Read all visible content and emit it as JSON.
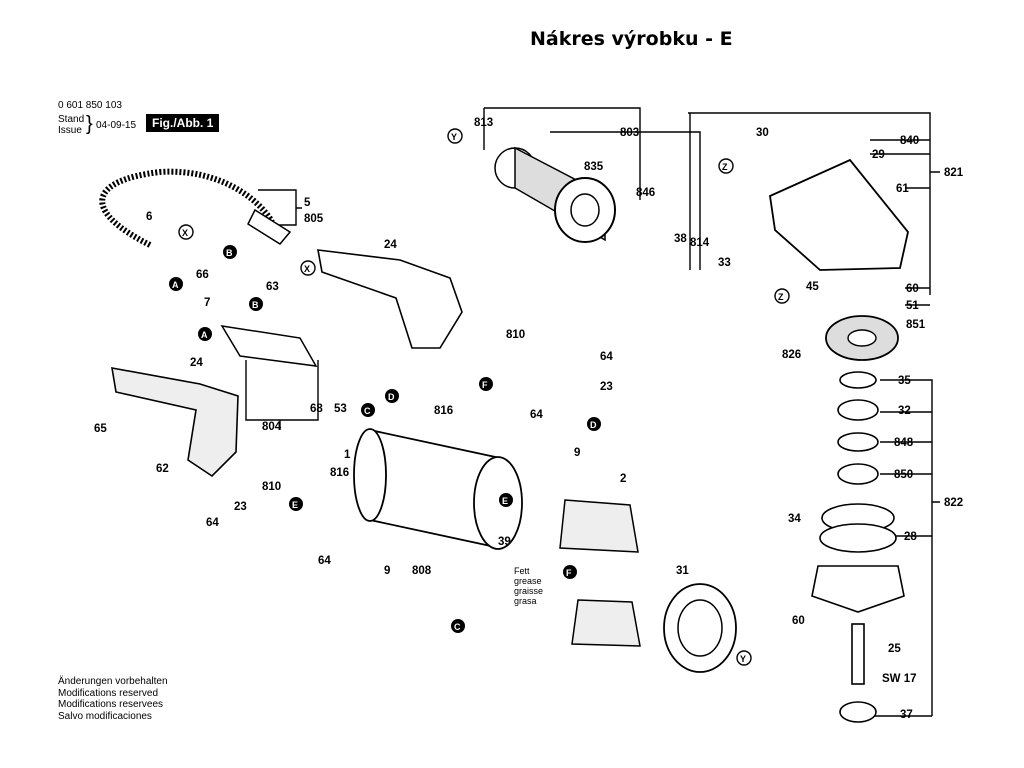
{
  "title": "Nákres výrobku - E",
  "header": {
    "part_number": "0 601 850 103",
    "stand_label": "Stand",
    "issue_label": "Issue",
    "date": "04-09-15",
    "fig_label": "Fig./Abb. 1"
  },
  "notes": [
    "Änderungen vorbehalten",
    "Modifications reserved",
    "Modifications reservees",
    "Salvo modificaciones"
  ],
  "grease_note": [
    "Fett",
    "grease",
    "graisse",
    "grasa"
  ],
  "size_label": "SW 17",
  "part_labels": [
    "813",
    "803",
    "835",
    "846",
    "38",
    "814",
    "33",
    "30",
    "840",
    "29",
    "821",
    "61",
    "60",
    "51",
    "851",
    "45",
    "826",
    "35",
    "32",
    "848",
    "850",
    "822",
    "34",
    "28",
    "60",
    "25",
    "37",
    "5",
    "805",
    "6",
    "24",
    "66",
    "63",
    "7",
    "68",
    "53",
    "804",
    "24",
    "65",
    "62",
    "810",
    "23",
    "64",
    "816",
    "64",
    "1",
    "9",
    "2",
    "816",
    "810",
    "23",
    "64",
    "64",
    "9",
    "808",
    "39",
    "31"
  ],
  "markers": [
    "Y",
    "Z",
    "Z",
    "Y",
    "X",
    "X",
    "A",
    "A",
    "B",
    "B",
    "C",
    "C",
    "D",
    "D",
    "E",
    "E",
    "F",
    "F"
  ]
}
